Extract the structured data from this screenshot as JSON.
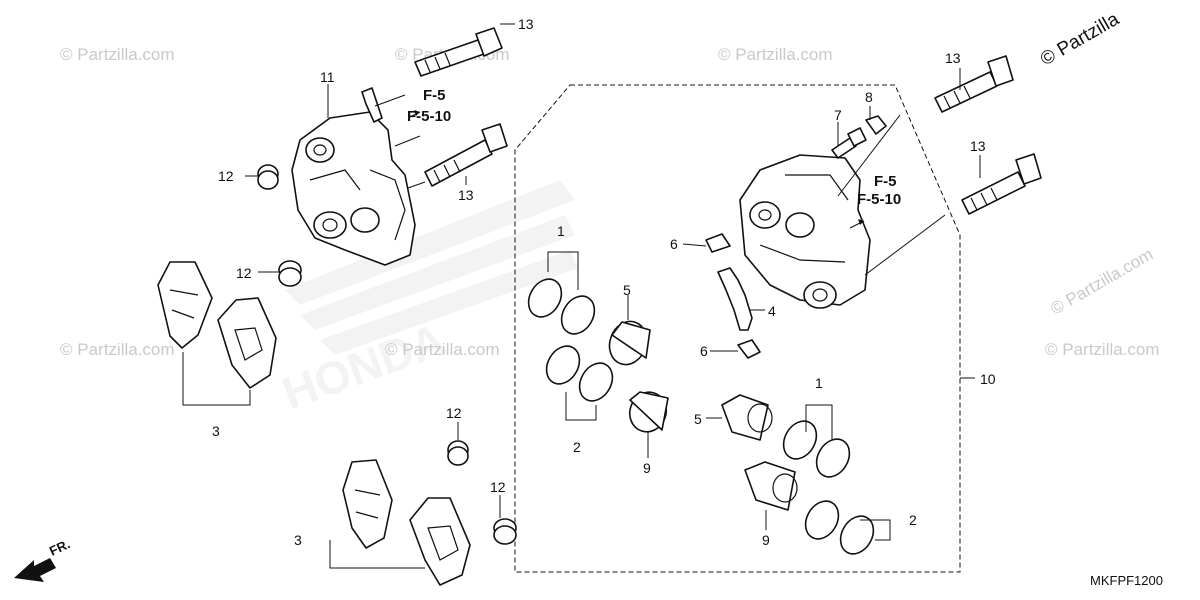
{
  "watermark": "© Partzilla.com",
  "watermark_short": "© Partzilla",
  "diagram_code": "MKFPF1200",
  "front_indicator": "FR.",
  "refs": {
    "f5": "F-5",
    "f510": "F-5-10"
  },
  "callouts": {
    "c1a": "1",
    "c1b": "1",
    "c2a": "2",
    "c2b": "2",
    "c3a": "3",
    "c3b": "3",
    "c4": "4",
    "c5a": "5",
    "c5b": "5",
    "c6a": "6",
    "c6b": "6",
    "c7": "7",
    "c8": "8",
    "c9a": "9",
    "c9b": "9",
    "c10": "10",
    "c11": "11",
    "c12a": "12",
    "c12b": "12",
    "c12c": "12",
    "c12d": "12",
    "c13a": "13",
    "c13b": "13",
    "c13c": "13",
    "c13d": "13"
  },
  "colors": {
    "line": "#111111",
    "watermark": "#c9c9c9",
    "background": "#ffffff"
  }
}
